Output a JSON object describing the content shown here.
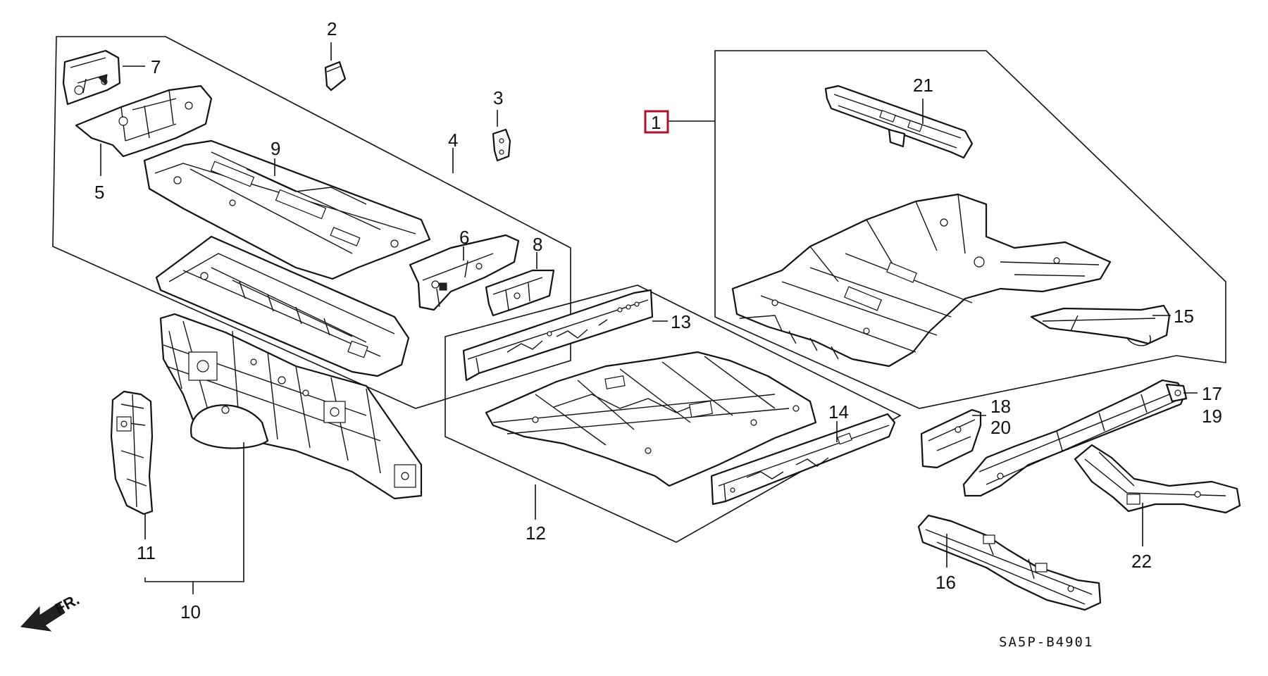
{
  "diagram": {
    "diagram_code": "SA5P-B4901",
    "direction_label": "FR.",
    "callouts": [
      "1",
      "2",
      "3",
      "4",
      "5",
      "6",
      "7",
      "8",
      "9",
      "10",
      "11",
      "12",
      "13",
      "14",
      "15",
      "16",
      "17",
      "18",
      "19",
      "20",
      "21",
      "22"
    ],
    "highlight_color": "#b0102a"
  }
}
